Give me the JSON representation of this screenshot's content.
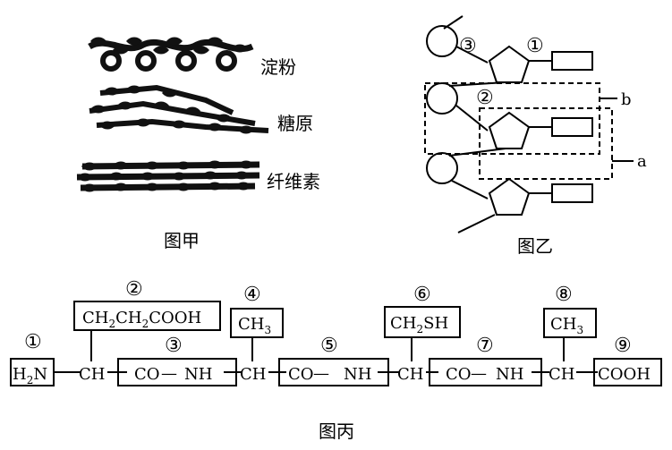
{
  "panel_jia": {
    "labels": [
      "淀粉",
      "糖原",
      "纤维素"
    ],
    "caption": "图甲"
  },
  "panel_yi": {
    "markers": [
      "③",
      "①",
      "②"
    ],
    "bracket_labels": [
      "b",
      "a"
    ],
    "caption": "图乙"
  },
  "panel_bing": {
    "numbers": [
      "①",
      "②",
      "③",
      "④",
      "⑤",
      "⑥",
      "⑦",
      "⑧",
      "⑨"
    ],
    "amino_end": {
      "main": "H",
      "sub": "2",
      "tail": "N"
    },
    "ch": "CH",
    "r1": {
      "a": "CH",
      "a_sub": "2",
      "b": "CH",
      "b_sub": "2",
      "c": "COOH"
    },
    "r2": {
      "a": "CH",
      "a_sub": "3"
    },
    "r3": {
      "a": "CH",
      "a_sub": "2",
      "b": "SH"
    },
    "r4": {
      "a": "CH",
      "a_sub": "3"
    },
    "co": "CO",
    "nh": "NH",
    "dash": "—",
    "carboxyl_end": "COOH",
    "caption": "图丙"
  }
}
